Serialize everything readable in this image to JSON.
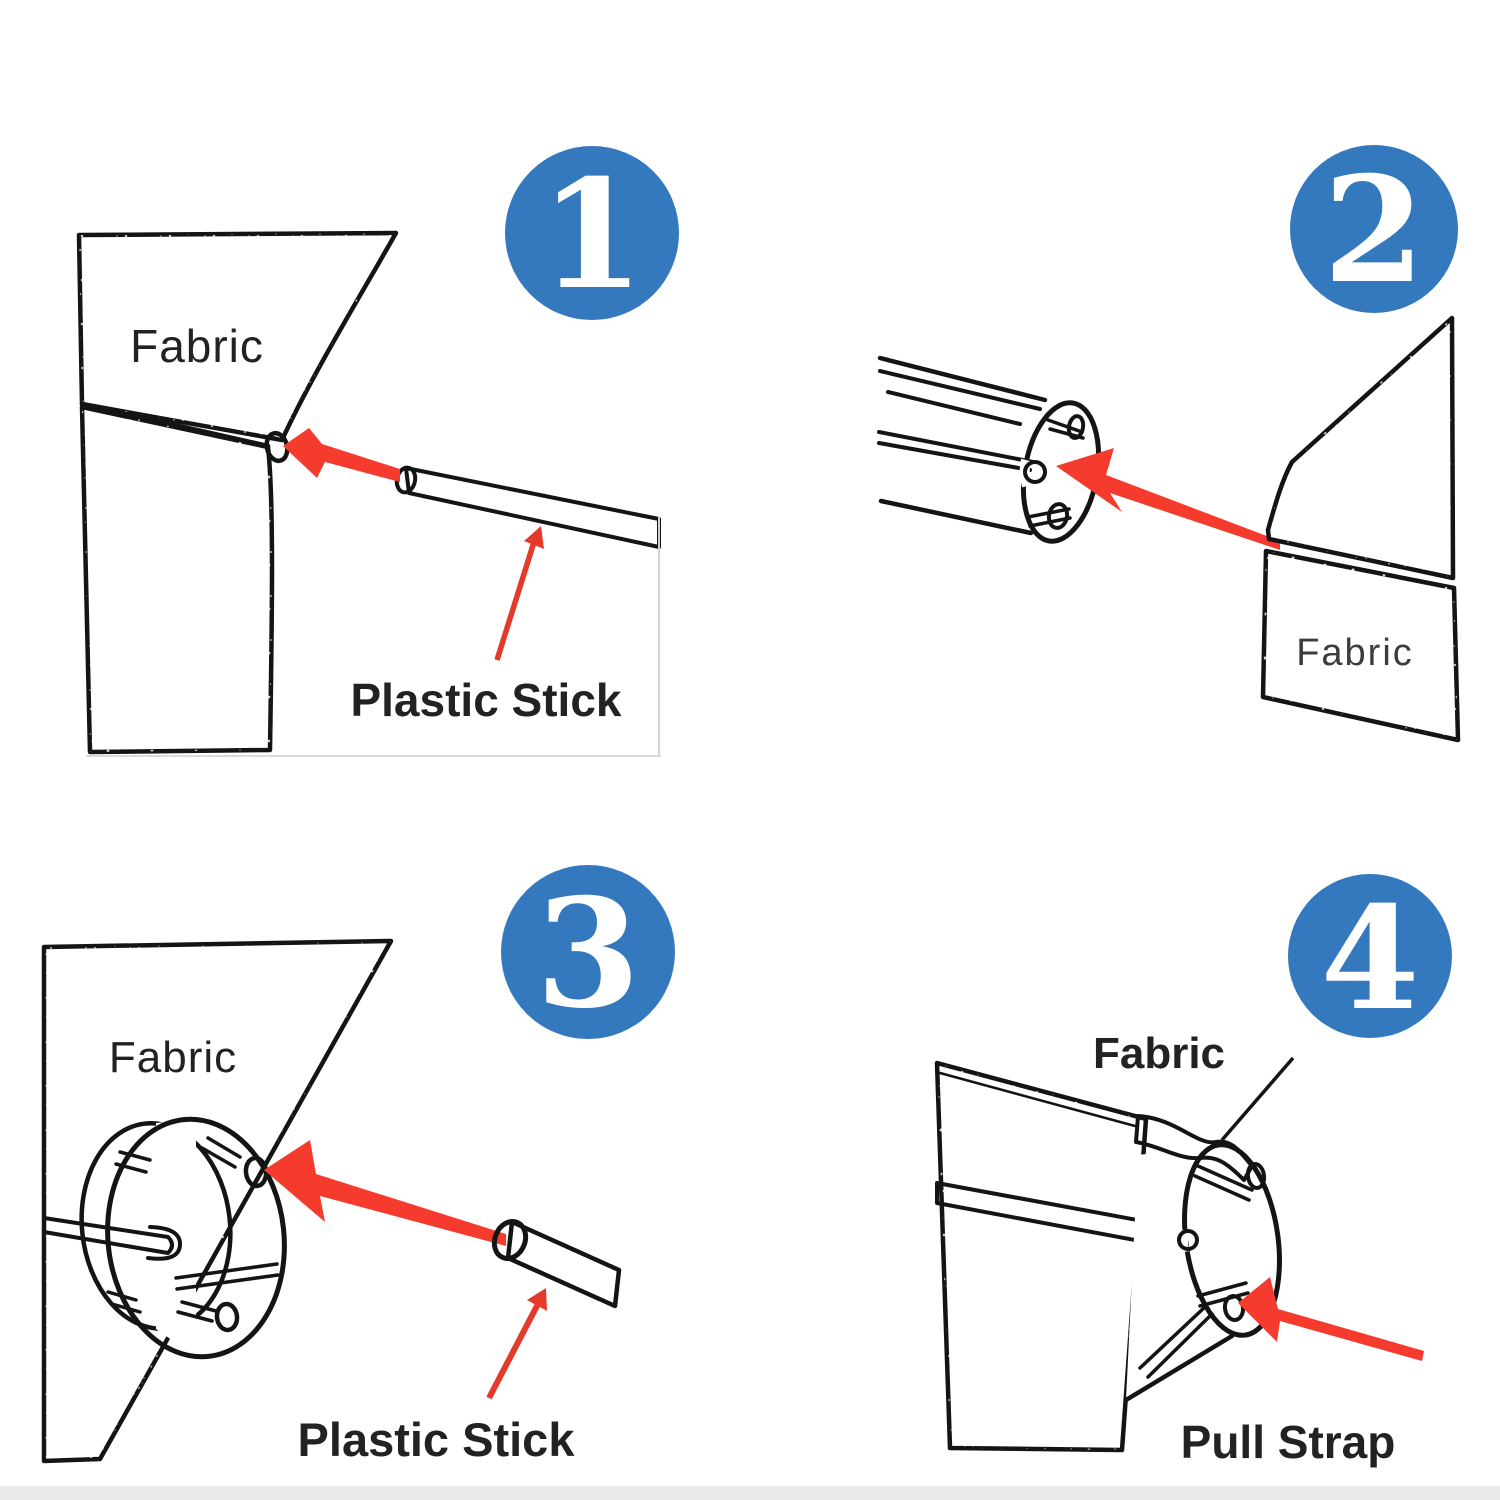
{
  "figure": {
    "kind": "fabric-roller-installation-instructions",
    "step_count": 4
  },
  "colors": {
    "badge_blue": "#3478bd",
    "number_white": "#ffffff",
    "arrow_red": "#f43b2d",
    "thin_arrow_red": "#e43a2c",
    "outline_black": "#141414",
    "stick_gray": "#cfcfcf",
    "fabric_light_top": "#d6dbe0",
    "fabric_dark_bottom": "#2b4a60"
  },
  "steps": [
    {
      "number": "1",
      "fabric_label": "Fabric",
      "stick_label": "Plastic Stick"
    },
    {
      "number": "2",
      "fabric_label": "Fabric"
    },
    {
      "number": "3",
      "fabric_label": "Fabric",
      "stick_label": "Plastic Stick"
    },
    {
      "number": "4",
      "fabric_label": "Fabric",
      "strap_label": "Pull Strap"
    }
  ]
}
